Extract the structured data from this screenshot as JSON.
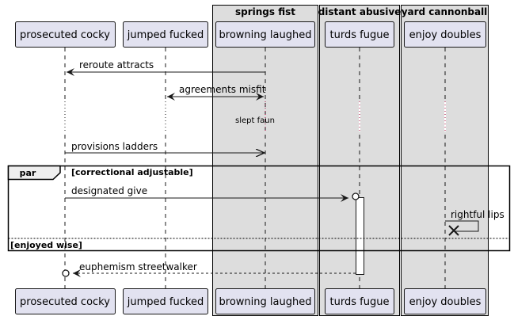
{
  "colors": {
    "participant_fill": "#e2e2f0",
    "participant_stroke": "#181818",
    "group_fill": "#dddddd",
    "group_stroke": "#000000",
    "lifeline": "#181818",
    "arrow": "#181818",
    "frame_stroke": "#000000",
    "text": "#000000"
  },
  "groups": [
    {
      "id": "g1",
      "title": "springs fist"
    },
    {
      "id": "g2",
      "title": "distant abusive"
    },
    {
      "id": "g3",
      "title": "yard cannonball"
    }
  ],
  "participants": [
    {
      "id": "p1",
      "label": "prosecuted cocky"
    },
    {
      "id": "p2",
      "label": "jumped fucked"
    },
    {
      "id": "p3",
      "label": "browning laughed"
    },
    {
      "id": "p4",
      "label": "turds fugue"
    },
    {
      "id": "p5",
      "label": "enjoy doubles"
    }
  ],
  "messages": [
    {
      "id": "m1",
      "from": "p3",
      "to": "p1",
      "label": "reroute attracts",
      "head": "arrow",
      "line": "solid"
    },
    {
      "id": "m2",
      "from": "p2",
      "to": "p3",
      "label": "agreements misfit",
      "head": "both-arrow",
      "line": "solid"
    },
    {
      "id": "m3",
      "from": "p1",
      "to": "p3",
      "label": "provisions ladders",
      "head": "open-arrow",
      "line": "solid"
    },
    {
      "id": "m4",
      "from": "p1",
      "to": "p4",
      "label": "designated give",
      "head": "circle-arrow",
      "line": "solid"
    },
    {
      "id": "m5",
      "from": "p5",
      "to": "p5",
      "label": "rightful lips",
      "head": "destroy",
      "line": "solid"
    },
    {
      "id": "m6",
      "from": "p4",
      "to": "p1",
      "label": "euphemism streetwalker",
      "head": "circle-arrow",
      "line": "dashed"
    }
  ],
  "notes": [
    {
      "id": "n1",
      "text": "slept faun"
    }
  ],
  "frame": {
    "keyword": "par",
    "condition": "[correctional adjustable]",
    "else_condition": "[enjoyed wise]"
  }
}
